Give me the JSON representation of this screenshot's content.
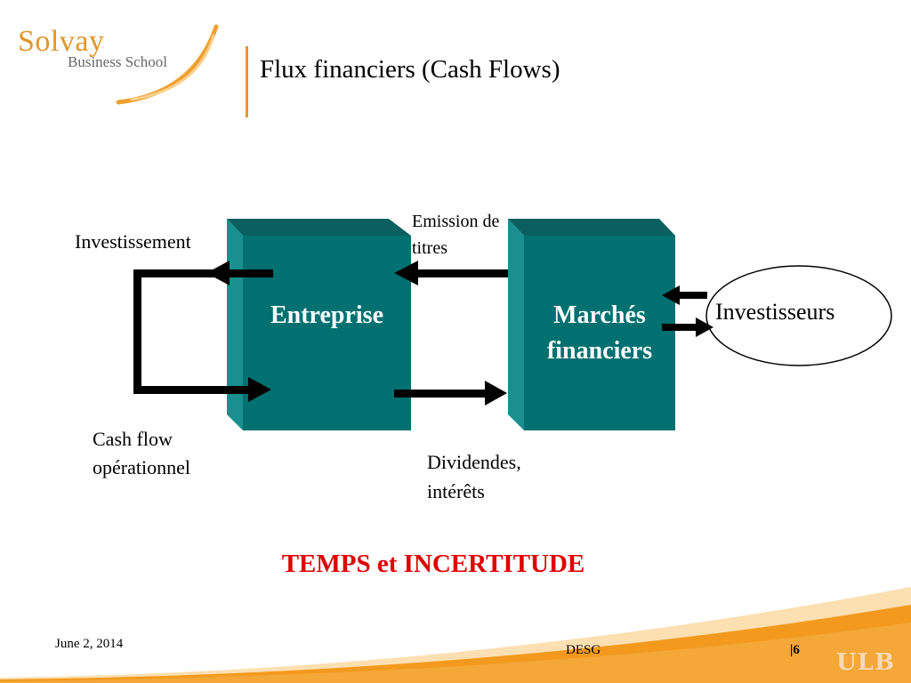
{
  "logo": {
    "title": "Solvay",
    "subtitle": "Business School"
  },
  "slide": {
    "title": "Flux financiers (Cash Flows)"
  },
  "diagram": {
    "box_left": "Entreprise",
    "box_right_line1": "Marchés",
    "box_right_line2": "financiers",
    "investors": "Investisseurs",
    "label_investment": "Investissement",
    "label_emission_line1": "Emission de",
    "label_emission_line2": "titres",
    "label_cashflow_line1": "Cash flow",
    "label_cashflow_line2": "opérationnel",
    "label_dividends_line1": "Dividendes,",
    "label_dividends_line2": "intérêts",
    "box_color": "#007070",
    "box_side_color": "#1a8f8f"
  },
  "emphasis": "TEMPS et INCERTITUDE",
  "footer": {
    "date": "June 2, 2014",
    "org": "DESG",
    "page": "6",
    "mark": "ULB"
  },
  "colors": {
    "accent": "#e8962e",
    "emphasis": "#e00000"
  }
}
